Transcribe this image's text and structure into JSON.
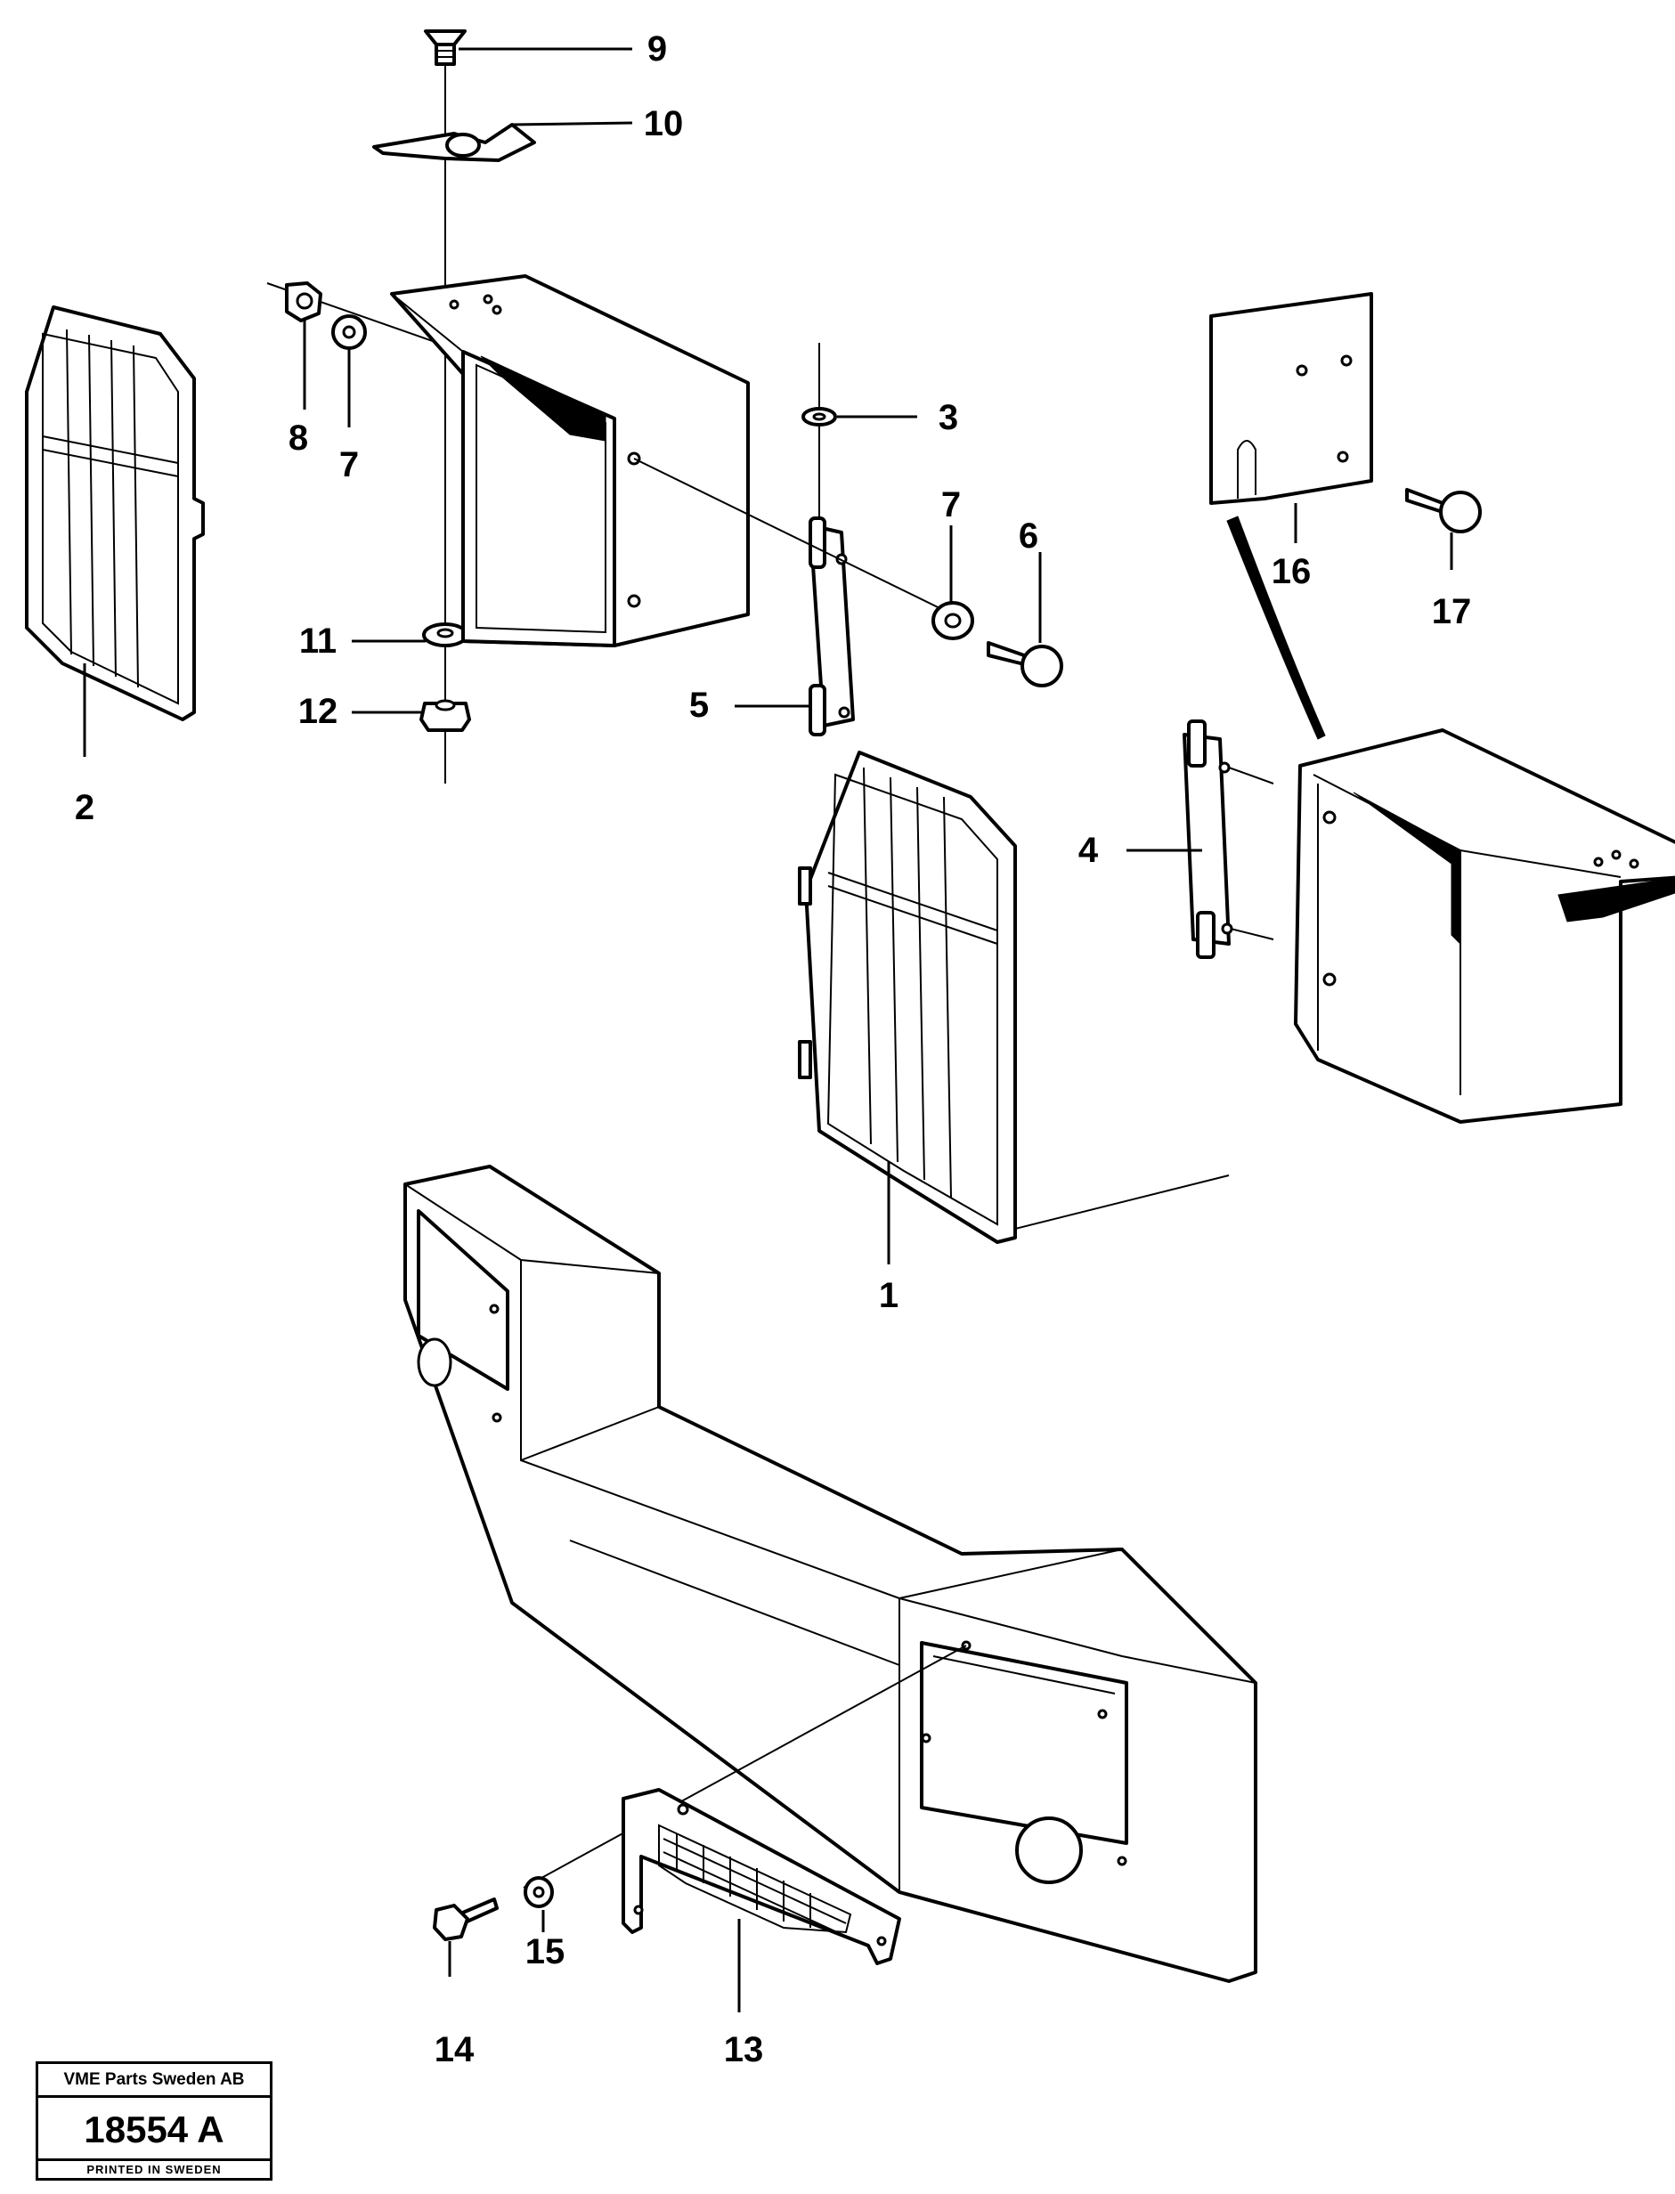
{
  "callouts": {
    "c1": "1",
    "c2": "2",
    "c3": "3",
    "c4": "4",
    "c5": "5",
    "c6": "6",
    "c7a": "7",
    "c7b": "7",
    "c8": "8",
    "c9": "9",
    "c10": "10",
    "c11": "11",
    "c12": "12",
    "c13": "13",
    "c14": "14",
    "c15": "15",
    "c16": "16",
    "c17": "17"
  },
  "title_block": {
    "company": "VME Parts Sweden AB",
    "drawing_number": "18554 A",
    "printed": "PRINTED IN SWEDEN"
  }
}
